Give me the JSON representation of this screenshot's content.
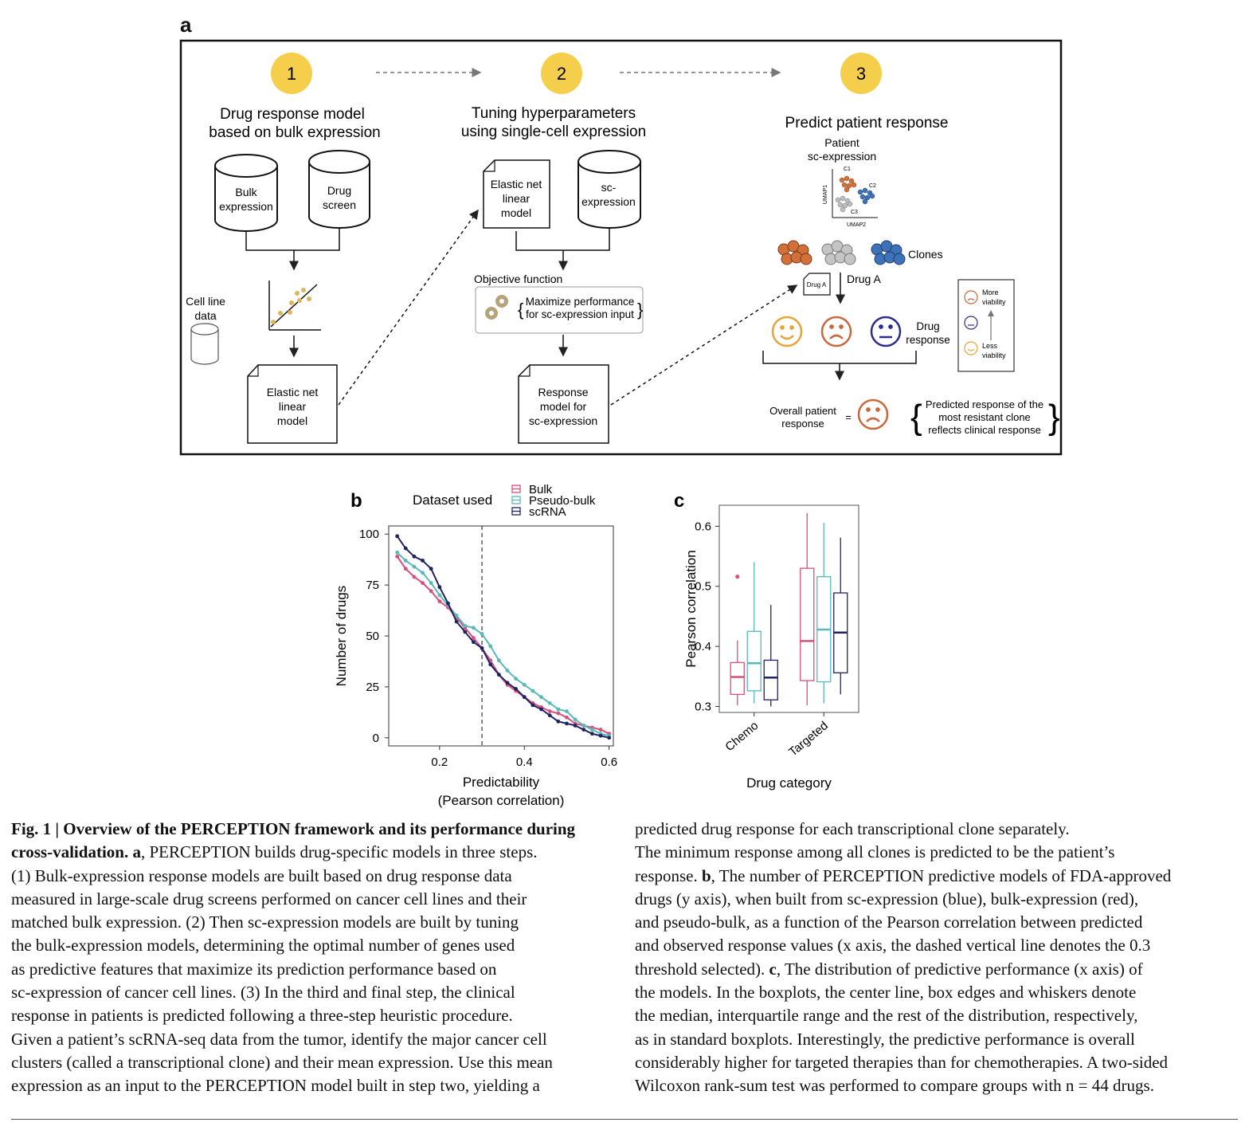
{
  "panel_a": {
    "label": "a",
    "steps": [
      {
        "number": "1",
        "title": [
          "Drug response model",
          "based on bulk expression"
        ]
      },
      {
        "number": "2",
        "title": [
          "Tuning hyperparameters",
          "using single-cell expression"
        ]
      },
      {
        "number": "3",
        "title": [
          "Predict patient response"
        ]
      }
    ],
    "step1": {
      "db_bulk": [
        "Bulk",
        "expression"
      ],
      "db_drug": [
        "Drug",
        "screen"
      ],
      "cell_line": [
        "Cell line",
        "data"
      ],
      "model": [
        "Elastic net",
        "linear",
        "model"
      ]
    },
    "step2": {
      "doc_model": [
        "Elastic net",
        "linear",
        "model"
      ],
      "db_sc": [
        "sc-",
        "expression"
      ],
      "objective_label": "Objective function",
      "objective_text": [
        "Maximize performance",
        "for sc-expression input"
      ],
      "response_model": [
        "Response",
        "model for",
        "sc-expression"
      ]
    },
    "step3": {
      "patient_label": [
        "Patient",
        "sc-expression"
      ],
      "umap_y": "UMAP1",
      "umap_x": "UMAP2",
      "clusters": [
        "C1",
        "C2",
        "C3"
      ],
      "clones_label": "Clones",
      "drug_doc": "Drug A",
      "drug_label": "Drug A",
      "drug_response_label": [
        "Drug",
        "response"
      ],
      "legend_more": [
        "More",
        "viability"
      ],
      "legend_less": [
        "Less",
        "viability"
      ],
      "overall_label": [
        "Overall patient",
        "response"
      ],
      "equals": "=",
      "conclusion": [
        "Predicted response of the",
        "most resistant clone",
        "reflects clinical response"
      ]
    },
    "colors": {
      "step_circle": "#f5cf4c",
      "orange": "#d2703a",
      "blue": "#3d72b8",
      "gray": "#a8a8a8",
      "face_yellow": "#e6a53a",
      "face_orange": "#c8683d",
      "face_blue": "#2b2c8c"
    }
  },
  "panel_b": {
    "label": "b",
    "legend_title": "Dataset used",
    "chart_data": {
      "type": "line",
      "xlabel": [
        "Predictability",
        "(Pearson correlation)"
      ],
      "ylabel": "Number of drugs",
      "xlim": [
        0.08,
        0.61
      ],
      "ylim": [
        -4,
        104
      ],
      "xticks": [
        0.2,
        0.4,
        0.6
      ],
      "yticks": [
        0,
        25,
        50,
        75,
        100
      ],
      "vline": 0.3,
      "grid": false,
      "series": [
        {
          "name": "Bulk",
          "color": "#d6507a",
          "x": [
            0.1,
            0.12,
            0.14,
            0.16,
            0.18,
            0.2,
            0.22,
            0.24,
            0.26,
            0.28,
            0.3,
            0.32,
            0.34,
            0.36,
            0.38,
            0.4,
            0.42,
            0.44,
            0.46,
            0.48,
            0.5,
            0.52,
            0.54,
            0.56,
            0.58,
            0.6
          ],
          "y": [
            89,
            83,
            79,
            76,
            72,
            67,
            64,
            59,
            54,
            49,
            44,
            38,
            31,
            26,
            23,
            20,
            17,
            15,
            13,
            12,
            10,
            7,
            6,
            5,
            4,
            2
          ]
        },
        {
          "name": "Pseudo-bulk",
          "color": "#5ab8b8",
          "x": [
            0.1,
            0.12,
            0.14,
            0.16,
            0.18,
            0.2,
            0.22,
            0.24,
            0.26,
            0.28,
            0.3,
            0.32,
            0.34,
            0.36,
            0.38,
            0.4,
            0.42,
            0.44,
            0.46,
            0.48,
            0.5,
            0.52,
            0.54,
            0.56,
            0.58,
            0.6
          ],
          "y": [
            91,
            87,
            84,
            81,
            76,
            70,
            65,
            60,
            55,
            54,
            51,
            45,
            38,
            33,
            29,
            26,
            23,
            20,
            17,
            14,
            13,
            9,
            6,
            4,
            2,
            1
          ]
        },
        {
          "name": "scRNA",
          "color": "#1f2461",
          "x": [
            0.1,
            0.12,
            0.14,
            0.16,
            0.18,
            0.2,
            0.22,
            0.24,
            0.26,
            0.28,
            0.3,
            0.32,
            0.34,
            0.36,
            0.38,
            0.4,
            0.42,
            0.44,
            0.46,
            0.48,
            0.5,
            0.52,
            0.54,
            0.56,
            0.58,
            0.6
          ],
          "y": [
            99,
            93,
            89,
            87,
            83,
            74,
            66,
            57,
            52,
            47,
            44,
            36,
            31,
            27,
            24,
            20,
            16,
            14,
            11,
            8,
            7,
            6,
            4,
            2,
            1,
            0
          ]
        }
      ]
    }
  },
  "panel_c": {
    "label": "c",
    "chart_data": {
      "type": "box",
      "xlabel": "Drug category",
      "ylabel": "Pearson correlation",
      "categories": [
        "Chemo",
        "Targeted"
      ],
      "ylim": [
        0.29,
        0.635
      ],
      "yticks": [
        0.3,
        0.4,
        0.5,
        0.6
      ],
      "series": [
        {
          "name": "Bulk",
          "color": "#d6507a",
          "boxes": [
            {
              "min": 0.302,
              "q1": 0.32,
              "median": 0.349,
              "q3": 0.373,
              "max": 0.41,
              "outliers": [
                0.516
              ]
            },
            {
              "min": 0.302,
              "q1": 0.343,
              "median": 0.409,
              "q3": 0.53,
              "max": 0.622,
              "outliers": []
            }
          ]
        },
        {
          "name": "Pseudo-bulk",
          "color": "#5ab8b8",
          "boxes": [
            {
              "min": 0.305,
              "q1": 0.326,
              "median": 0.372,
              "q3": 0.425,
              "max": 0.54,
              "outliers": []
            },
            {
              "min": 0.305,
              "q1": 0.341,
              "median": 0.428,
              "q3": 0.516,
              "max": 0.606,
              "outliers": []
            }
          ]
        },
        {
          "name": "scRNA",
          "color": "#1f2461",
          "boxes": [
            {
              "min": 0.3,
              "q1": 0.311,
              "median": 0.348,
              "q3": 0.377,
              "max": 0.469,
              "outliers": []
            },
            {
              "min": 0.32,
              "q1": 0.356,
              "median": 0.423,
              "q3": 0.489,
              "max": 0.581,
              "outliers": []
            }
          ]
        }
      ]
    }
  },
  "caption_left": {
    "fig_label": "Fig. 1 | ",
    "fig_title_1": "Overview of the PERCEPTION framework and its performance during",
    "fig_title_2": "cross-validation. ",
    "a_label": "a",
    "a_text_1": ", PERCEPTION builds drug-specific models in three steps.",
    "lines": [
      "(1) Bulk-expression response models are built based on drug response data",
      "measured in large-scale drug screens performed on cancer cell lines and their",
      "matched bulk expression. (2) Then sc-expression models are built by tuning",
      "the bulk-expression models, determining the optimal number of genes used",
      "as predictive features that maximize its prediction performance based on",
      "sc-expression of cancer cell lines. (3) In the third and final step, the clinical",
      "response in patients is predicted following a three-step heuristic procedure.",
      "Given a patient’s scRNA-seq data from the tumor, identify the major cancer cell",
      "clusters (called a transcriptional clone) and their mean expression. Use this mean",
      "expression as an input to the PERCEPTION model built in step two, yielding a"
    ]
  },
  "caption_right": {
    "line1": "predicted drug response for each transcriptional clone separately.",
    "line2": "The minimum response among all clones is predicted to be the patient’s",
    "line3_a": "response. ",
    "b_label": "b",
    "line3_b": ", The number of PERCEPTION predictive models of FDA-approved",
    "line4": "drugs (y axis), when built from sc-expression (blue), bulk-expression (red),",
    "line5": "and pseudo-bulk, as a function of the Pearson correlation between predicted",
    "line6": "and observed response values (x axis, the dashed vertical line denotes the 0.3",
    "line7_a": "threshold selected). ",
    "c_label": "c",
    "line7_b": ", The distribution of predictive performance (x axis) of",
    "line8": "the models. In the boxplots, the center line, box edges and whiskers denote",
    "line9": "the median, interquartile range and the rest of the distribution, respectively,",
    "line10": "as in standard boxplots. Interestingly, the predictive performance is overall",
    "line11": "considerably higher for targeted therapies than for chemotherapies. A two-sided",
    "line12": "Wilcoxon rank-sum test was performed to compare groups with n = 44 drugs."
  }
}
